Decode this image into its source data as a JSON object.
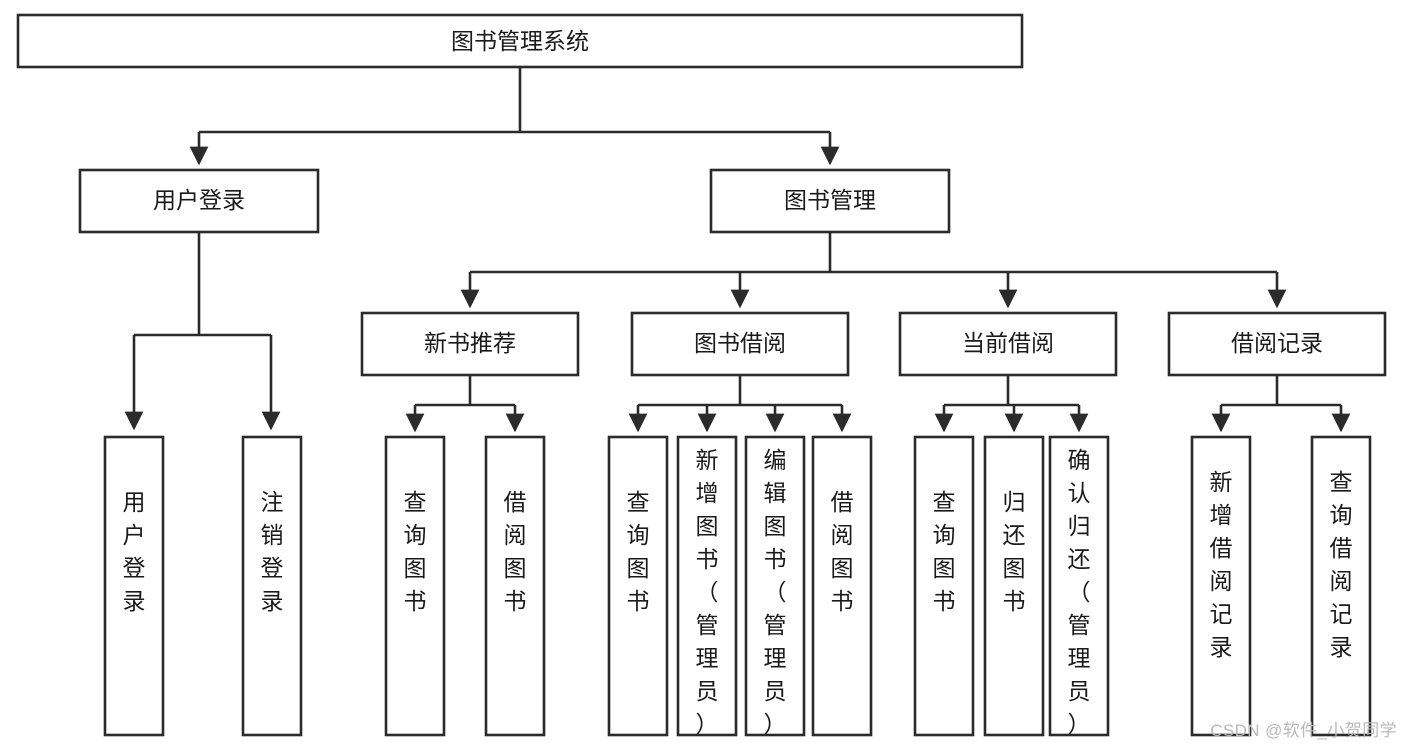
{
  "diagram": {
    "title": "图书管理系统",
    "watermark": "CSDN @软件_小贺同学",
    "colors": {
      "stroke": "#2b2b2b",
      "box_fill": "#ffffff",
      "label": "#1a1a1a",
      "background": "#ffffff",
      "watermark": "#b9b9b9"
    },
    "type": "tree-hierarchy",
    "levels": 4,
    "nodes": {
      "root": {
        "label": "图书管理系统",
        "level": 1
      },
      "level2": [
        {
          "id": "user-login",
          "label": "用户登录"
        },
        {
          "id": "book-management",
          "label": "图书管理"
        }
      ],
      "level3": [
        {
          "id": "new-book-recommend",
          "label": "新书推荐",
          "parent": "book-management"
        },
        {
          "id": "book-borrow",
          "label": "图书借阅",
          "parent": "book-management"
        },
        {
          "id": "current-borrow",
          "label": "当前借阅",
          "parent": "book-management"
        },
        {
          "id": "borrow-record",
          "label": "借阅记录",
          "parent": "book-management"
        }
      ],
      "leaves": [
        {
          "id": "leaf-user-login",
          "label": "用户登录",
          "parent": "user-login"
        },
        {
          "id": "leaf-logout-login",
          "label": "注销登录",
          "parent": "user-login"
        },
        {
          "id": "leaf-query-book-1",
          "label": "查询图书",
          "parent": "new-book-recommend"
        },
        {
          "id": "leaf-borrow-book-1",
          "label": "借阅图书",
          "parent": "new-book-recommend"
        },
        {
          "id": "leaf-query-book-2",
          "label": "查询图书",
          "parent": "book-borrow"
        },
        {
          "id": "leaf-add-book",
          "label": "新增图书（管理员）",
          "parent": "book-borrow"
        },
        {
          "id": "leaf-edit-book",
          "label": "编辑图书（管理员）",
          "parent": "book-borrow"
        },
        {
          "id": "leaf-borrow-book-2",
          "label": "借阅图书",
          "parent": "book-borrow"
        },
        {
          "id": "leaf-query-book-3",
          "label": "查询图书",
          "parent": "current-borrow"
        },
        {
          "id": "leaf-return-book",
          "label": "归还图书",
          "parent": "current-borrow"
        },
        {
          "id": "leaf-confirm-return",
          "label": "确认归还（管理员）",
          "parent": "current-borrow"
        },
        {
          "id": "leaf-add-record",
          "label": "新增借阅记录",
          "parent": "borrow-record"
        },
        {
          "id": "leaf-query-record",
          "label": "查询借阅记录",
          "parent": "borrow-record"
        }
      ]
    }
  }
}
